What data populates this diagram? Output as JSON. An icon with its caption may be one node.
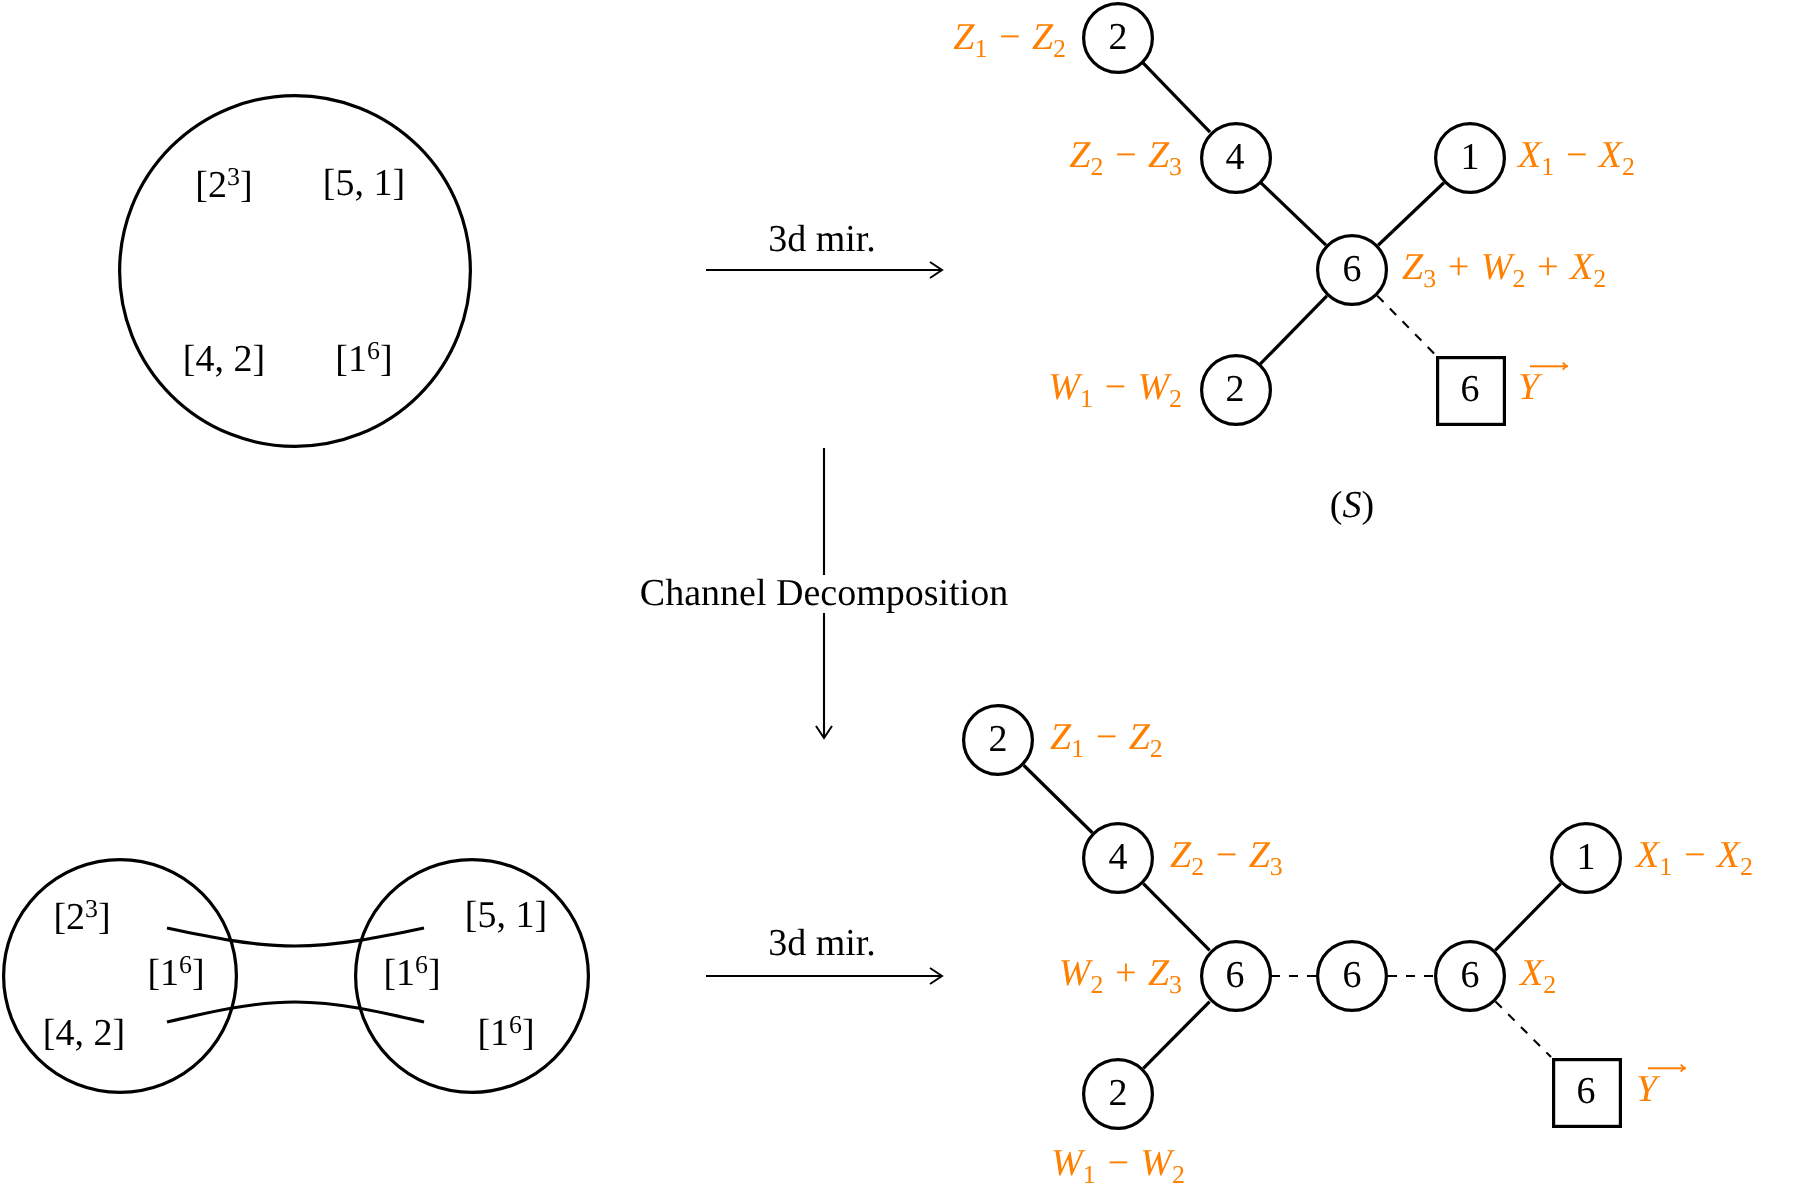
{
  "diagram": {
    "nodes": [
      {
        "text": [
          "[2$^{3}$]",
          "[5, 1]",
          "[4, 2]",
          "[1$^{6}$]"
        ]
      },
      {
        "text": [
          "2"
        ],
        "beside": [
          "Z$_{1}$ − Z$_{2}$"
        ]
      },
      {
        "text": [
          "4"
        ],
        "beside": [
          "Z$_{2}$ − Z$_{3}$"
        ]
      },
      {
        "text": [
          "1"
        ],
        "beside": [
          "X$_{1}$ − X$_{2}$"
        ]
      },
      {
        "text": [
          "6"
        ],
        "beside": [
          "Z$_{3}$ + W$_{2}$ + X$_{2}$"
        ]
      },
      {
        "text": [
          "2"
        ],
        "beside": [
          "W$_{1}$ − W$_{2}$"
        ]
      },
      {
        "text": [
          "6"
        ],
        "beside": [
          "Y⃗"
        ]
      },
      {
        "text": [
          "[2$^{3}$]",
          "[1$^{6}$]",
          "[4, 2]"
        ]
      },
      {
        "text": [
          "[5, 1]",
          "[1$^{6}$]",
          "[1$^{6}$]"
        ]
      },
      {
        "text": [
          "2"
        ],
        "beside": [
          "Z$_{1}$ − Z$_{2}$"
        ]
      },
      {
        "text": [
          "4"
        ],
        "beside": [
          "Z$_{2}$ − Z$_{3}$"
        ]
      },
      {
        "text": [
          "1"
        ],
        "beside": [
          "X$_{1}$ − X$_{2}$"
        ]
      },
      {
        "text": [
          "6"
        ],
        "beside": [
          "W$_{2}$ + Z$_{3}$"
        ]
      },
      {
        "text": [
          "6"
        ]
      },
      {
        "text": [
          "6"
        ],
        "beside": [
          "X$_{2}$"
        ]
      },
      {
        "text": [
          "2"
        ],
        "beside": [
          "W$_{1}$ − W$_{2}$"
        ]
      },
      {
        "text": [
          "6"
        ],
        "beside": [
          "Y⃗"
        ]
      }
    ],
    "edges": [
      {
        "from": 1,
        "to": 2,
        "arrow": "none"
      },
      {
        "from": 2,
        "to": 4,
        "arrow": "none"
      },
      {
        "from": 3,
        "to": 4,
        "arrow": "none"
      },
      {
        "from": 4,
        "to": 5,
        "arrow": "none"
      },
      {
        "from": 4,
        "to": 6,
        "arrow": "none",
        "style": "dashed"
      },
      {
        "from": 7,
        "to": 8,
        "arrow": "none"
      },
      {
        "from": 7,
        "to": 8,
        "arrow": "none"
      },
      {
        "from": 9,
        "to": 10,
        "arrow": "none"
      },
      {
        "from": 10,
        "to": 12,
        "arrow": "none"
      },
      {
        "from": 11,
        "to": 14,
        "arrow": "none"
      },
      {
        "from": 12,
        "to": 13,
        "arrow": "none",
        "style": "dashed"
      },
      {
        "from": 13,
        "to": 14,
        "arrow": "none",
        "style": "dashed"
      },
      {
        "from": 12,
        "to": 15,
        "arrow": "none"
      },
      {
        "from": 14,
        "to": 16,
        "arrow": "none",
        "style": "dashed"
      }
    ],
    "labels": [
      "3d mir.",
      "(*S*)",
      "Channel Decomposition",
      "3d mir."
    ]
  }
}
